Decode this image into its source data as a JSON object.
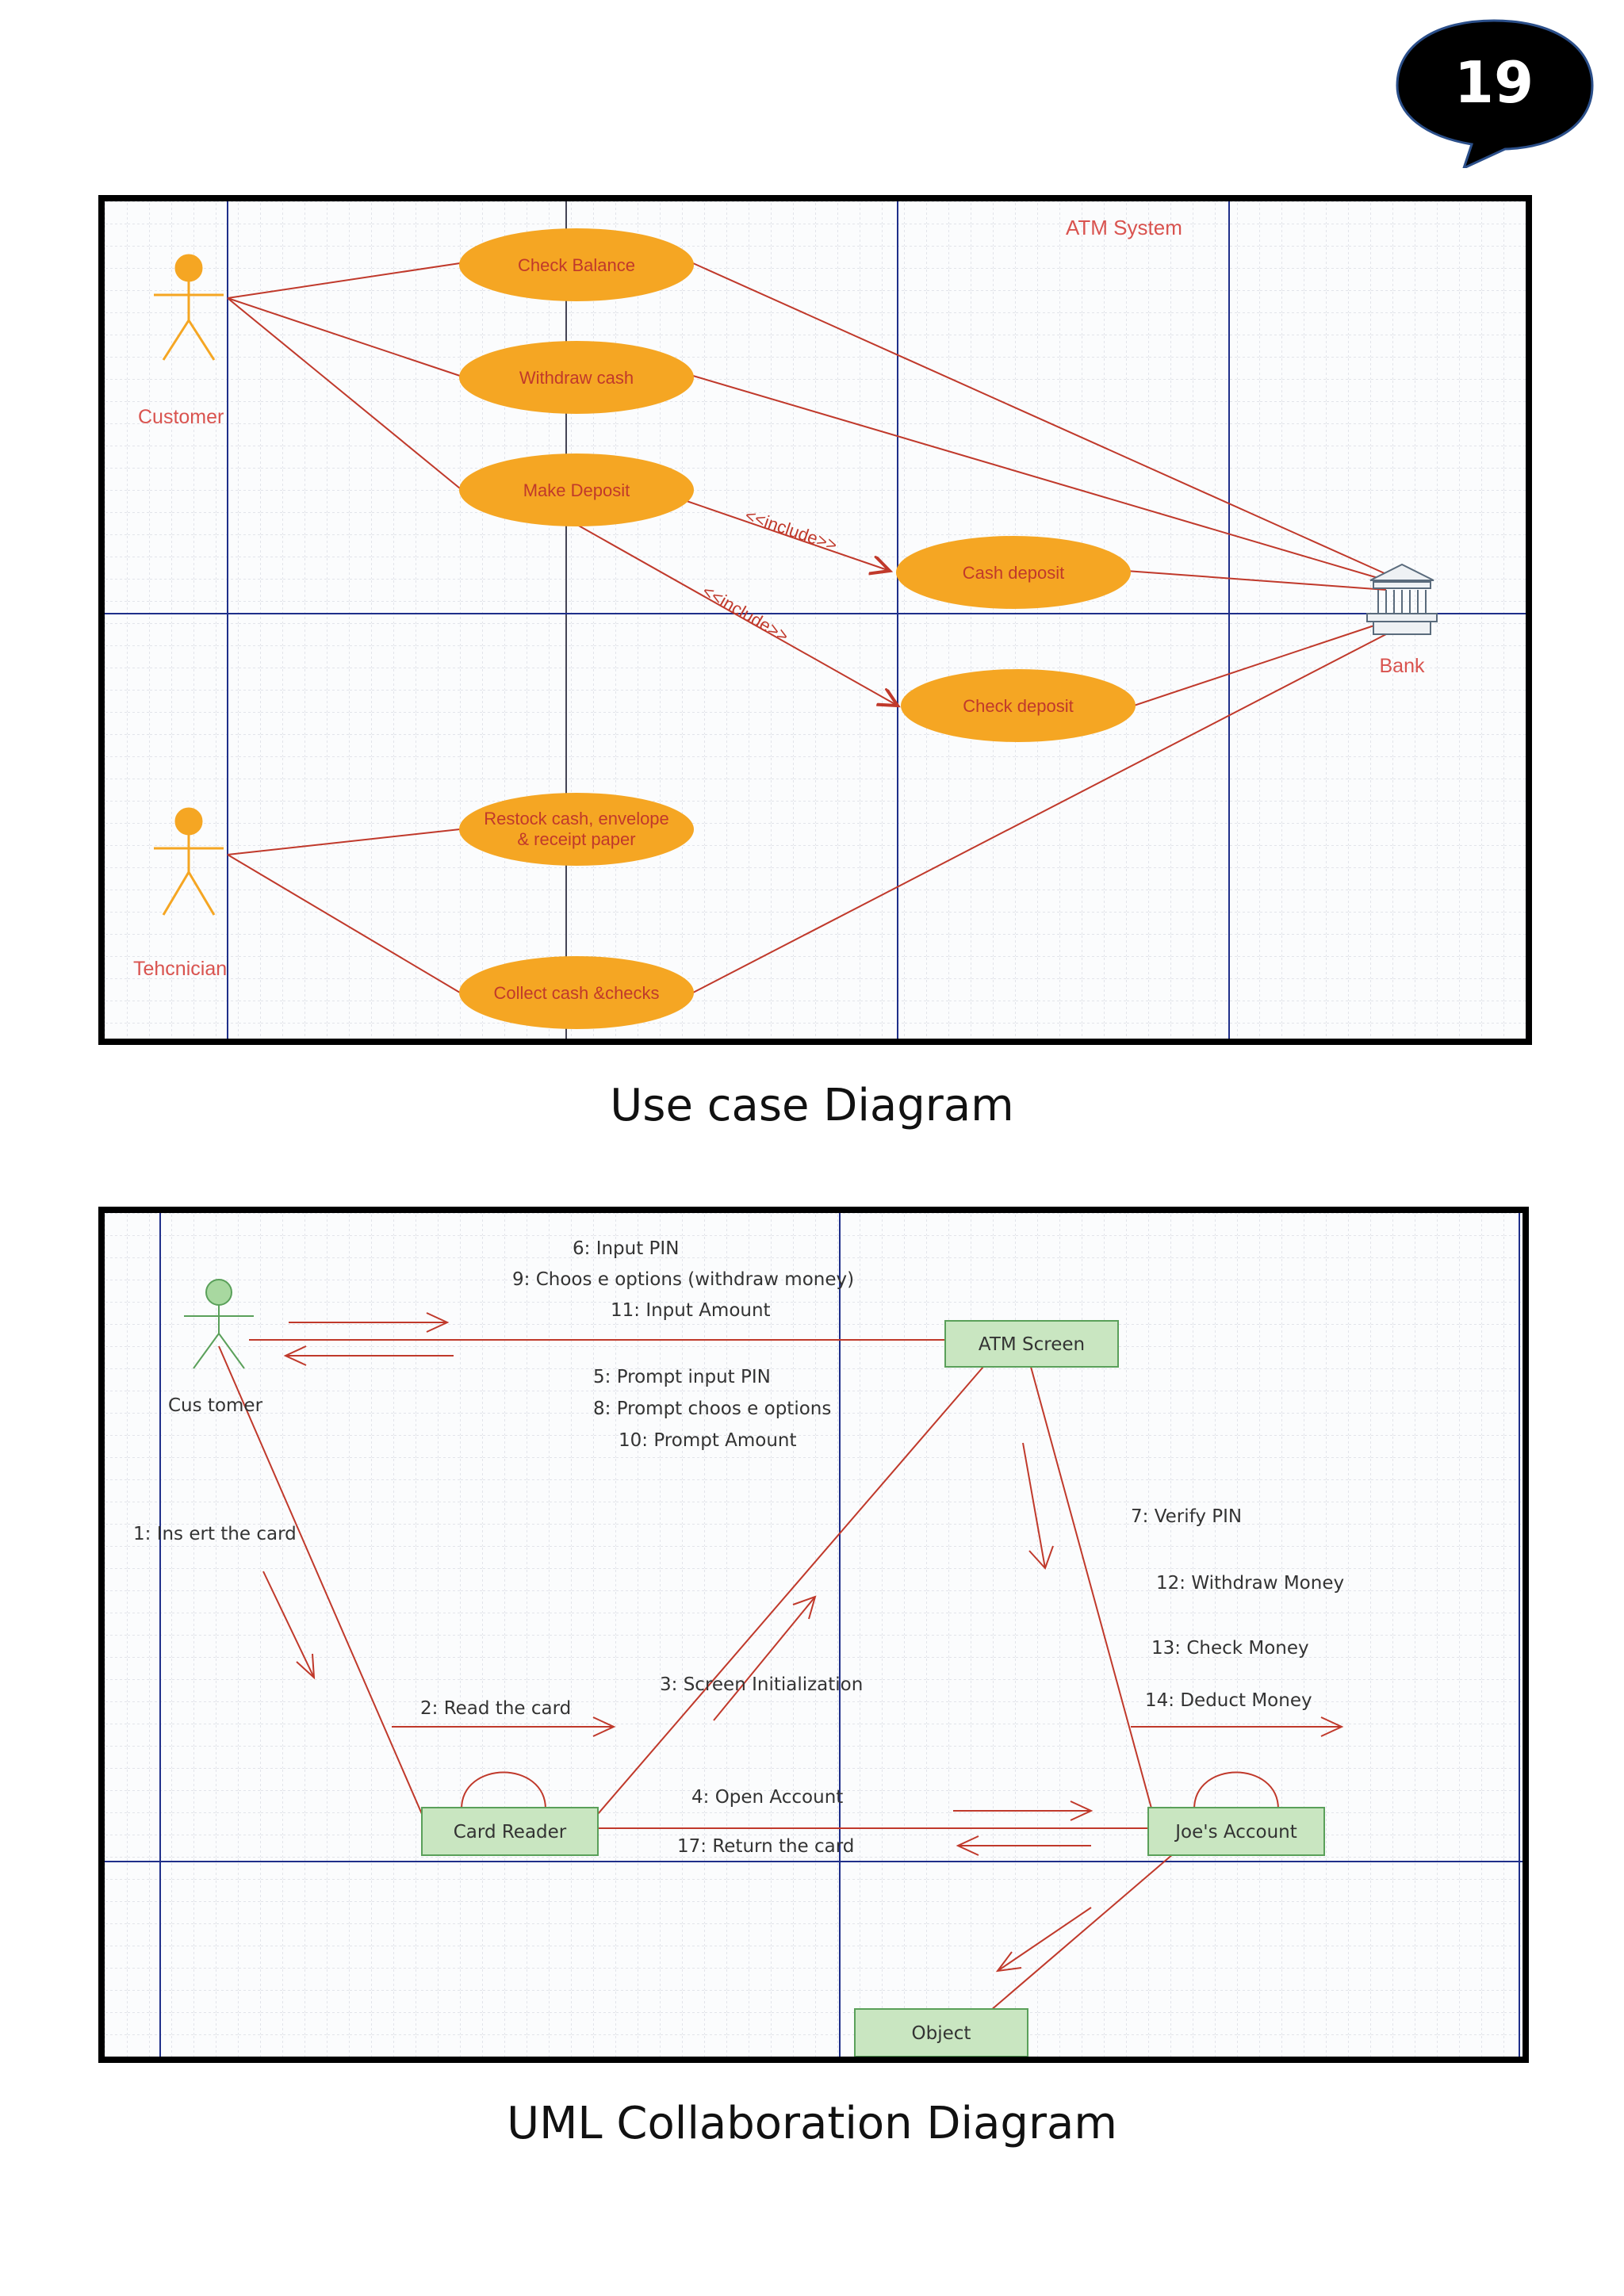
{
  "page": {
    "number": "19"
  },
  "use_case": {
    "caption": "Use case Diagram",
    "system_label": "ATM System",
    "actors": {
      "customer": "Customer",
      "technician": "Tehcnician",
      "bank": "Bank"
    },
    "use_cases": {
      "check_balance": "Check Balance",
      "withdraw_cash": "Withdraw cash",
      "make_deposit": "Make Deposit",
      "cash_deposit": "Cash deposit",
      "check_deposit": "Check deposit",
      "restock_line1": "Restock cash, envelope",
      "restock_line2": "& receipt paper",
      "collect": "Collect cash &checks"
    },
    "include_label": "<<include>>"
  },
  "collab": {
    "caption": "UML Collaboration Diagram",
    "objects": {
      "customer": "Cus tomer",
      "atm_screen": "ATM Screen",
      "card_reader": "Card Reader",
      "joes_account": "Joe's Account",
      "object": "Object"
    },
    "messages": {
      "m6": "6: Input PIN",
      "m9": "9: Choos e options (withdraw money)",
      "m11": "11: Input Amount",
      "m5": "5: Prompt input PIN",
      "m8": "8: Prompt choos e options",
      "m10": "10: Prompt Amount",
      "m1": "1: Ins ert the card",
      "m2": "2: Read the card",
      "m3": "3: Screen Initialization",
      "m4": "4: Open Account",
      "m17": "17: Return the card",
      "m7": "7: Verify PIN",
      "m12": "12: Withdraw Money",
      "m13": "13: Check Money",
      "m14": "14: Deduct Money"
    }
  },
  "colors": {
    "oval_fill": "#f5a623",
    "line_red": "#c0392b",
    "box_green": "#c9e6c1",
    "axis_blue": "#1f2f8a"
  }
}
